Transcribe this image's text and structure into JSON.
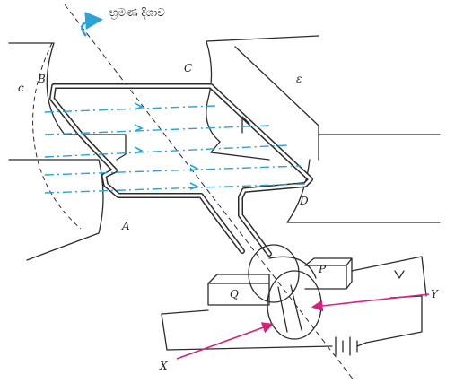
{
  "caption": "භ්‍රමණ දිශාව",
  "labels": {
    "pole_left": "c",
    "pole_right": "ɛ",
    "corner_a": "A",
    "corner_b": "B",
    "corner_c": "C",
    "corner_d": "D",
    "slip_ring_p": "P",
    "slip_ring_q": "Q",
    "pointer_x": "X",
    "pointer_y": "Y"
  },
  "colors": {
    "field_lines": "#29a3d8",
    "pointers": "#d6207c",
    "rotation_arrow": "#29a3d8",
    "outline": "#2b2b2b"
  },
  "field_line_count": 5
}
